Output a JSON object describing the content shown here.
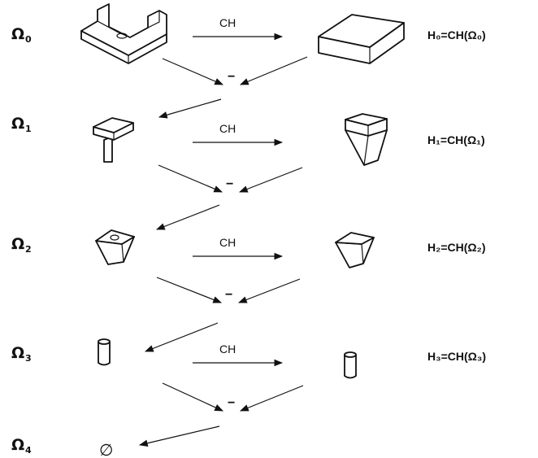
{
  "rows": [
    {
      "omega_symbol": "Ω",
      "omega_index": "0",
      "operator": "CH",
      "result_label": "H₀=CH(Ω₀)"
    },
    {
      "omega_symbol": "Ω",
      "omega_index": "1",
      "operator": "CH",
      "result_label": "H₁=CH(Ω₁)"
    },
    {
      "omega_symbol": "Ω",
      "omega_index": "2",
      "operator": "CH",
      "result_label": "H₂=CH(Ω₂)"
    },
    {
      "omega_symbol": "Ω",
      "omega_index": "3",
      "operator": "CH",
      "result_label": "H₃=CH(Ω₃)"
    },
    {
      "omega_symbol": "Ω",
      "omega_index": "4",
      "operator": "",
      "result_label": ""
    }
  ],
  "difference_operator": "−",
  "empty_set_symbol": "∅"
}
